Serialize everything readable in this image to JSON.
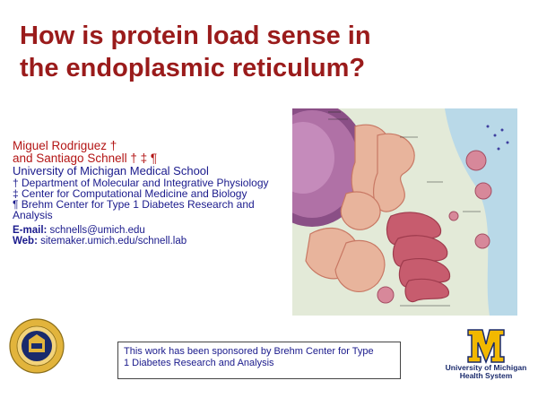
{
  "title": {
    "line1": "How is protein load sense in",
    "line2": "the endoplasmic reticulum?"
  },
  "authors": {
    "line1": "Miguel Rodriguez †",
    "line2": "and Santiago Schnell † ‡ ¶"
  },
  "affiliations": [
    "University of Michigan Medical School",
    "† Department of Molecular and Integrative Physiology",
    "‡ Center for Computational Medicine and Biology",
    "¶ Brehm Center for Type 1 Diabetes Research and",
    "Analysis"
  ],
  "contact": {
    "email_label": "E-mail:",
    "email": "schnells@umich.edu",
    "web_label": "Web:",
    "web": "sitemaker.umich.edu/schnell.lab"
  },
  "sponsor": {
    "line1": "This work has been sponsored by Brehm Center for Type",
    "line2": "1 Diabetes Research and Analysis"
  },
  "logo": {
    "line1": "University of Michigan",
    "line2": "Health System",
    "seal_icon": "university-seal-icon",
    "block_m_icon": "block-m-icon"
  },
  "colors": {
    "title": "#9a1b1b",
    "author": "#b31515",
    "affiliation": "#1a1a8c",
    "maize": "#f2b800",
    "blue": "#1a2a6c"
  }
}
